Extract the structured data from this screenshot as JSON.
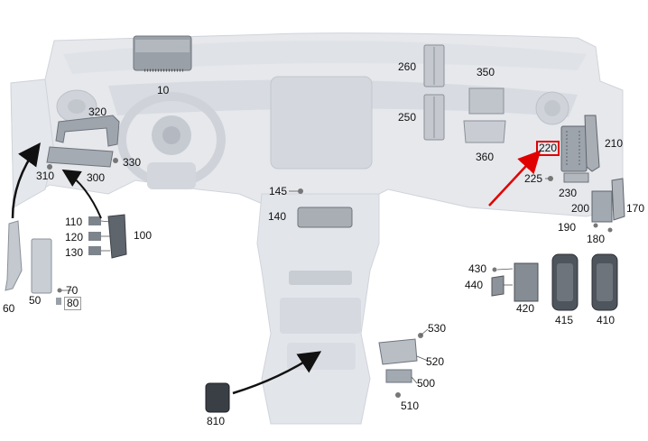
{
  "callouts": {
    "c10": "10",
    "c320": "320",
    "c330": "330",
    "c310": "310",
    "c300": "300",
    "c260": "260",
    "c250": "250",
    "c350": "350",
    "c360": "360",
    "c220": "220",
    "c210": "210",
    "c225": "225",
    "c230": "230",
    "c200": "200",
    "c170": "170",
    "c190": "190",
    "c180": "180",
    "c145": "145",
    "c140": "140",
    "c110": "110",
    "c120": "120",
    "c130": "130",
    "c100": "100",
    "c60": "60",
    "c50": "50",
    "c70": "70",
    "c80": "80",
    "c430": "430",
    "c440": "440",
    "c420": "420",
    "c415": "415",
    "c410": "410",
    "c530": "530",
    "c520": "520",
    "c500": "500",
    "c510": "510",
    "c810": "810"
  },
  "highlight": {
    "callout": "220",
    "color": "#e00000"
  },
  "colors": {
    "dashboard": "#e6e8ec",
    "part_dark": "#4f555c",
    "part_light": "#a9aeb5",
    "arrow": "#111111"
  }
}
